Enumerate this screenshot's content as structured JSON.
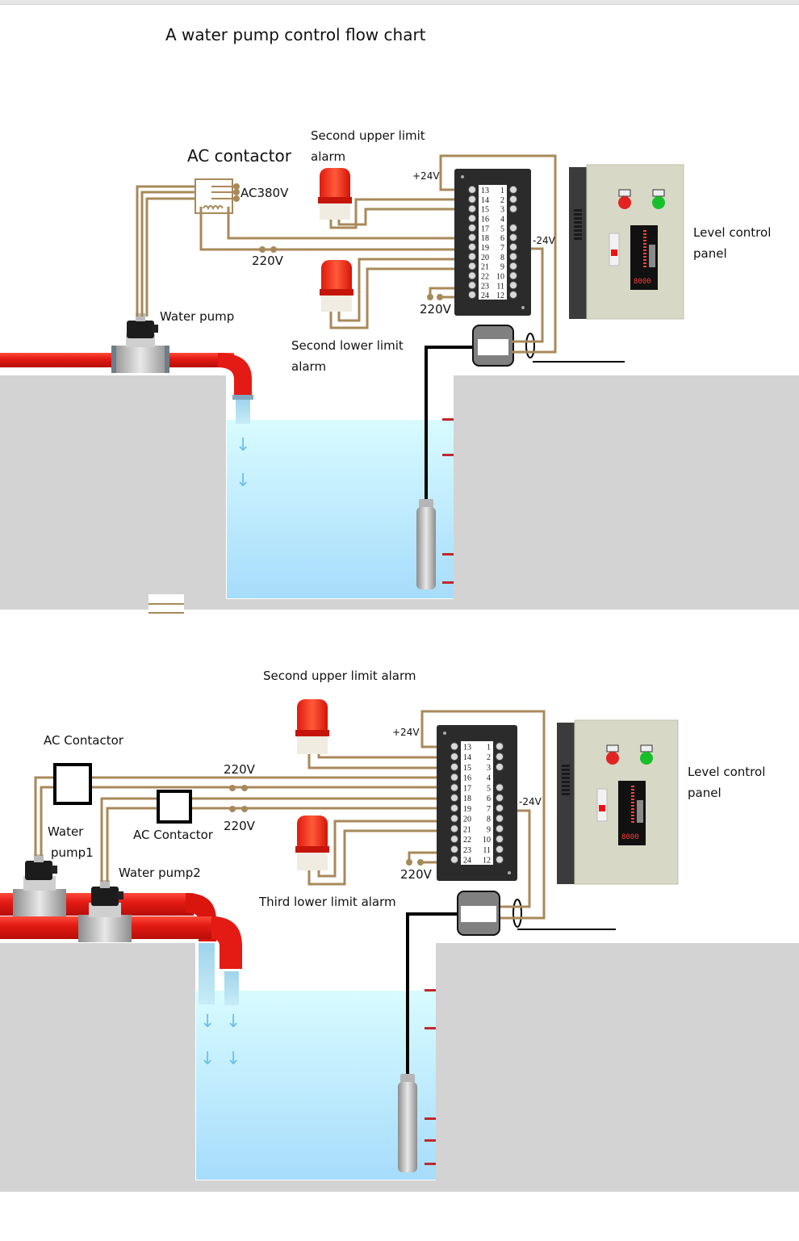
{
  "title": "A water pump control flow chart",
  "colors": {
    "wire": "#a8895a",
    "pipe_red": "#e31b14",
    "pipe_red_dark": "#b30d08",
    "water": "#bfeefd",
    "wall": "#d3d3d3",
    "level_mark": "#c0272d",
    "alarm_red": "#ee2a1a",
    "controller_body": "#2b2b2b",
    "panel_body": "#d7d8c5",
    "button_red": "#e32222",
    "button_green": "#17c02a"
  },
  "diagram1": {
    "ac_contactor_label": "AC contactor",
    "ac380v_label": "AC380V",
    "power_220v_label_left": "220V",
    "power_220v_label_right": "220V",
    "upper_alarm_label_line1": "Second upper limit",
    "upper_alarm_label_line2": "alarm",
    "lower_alarm_label_line1": "Second lower limit",
    "lower_alarm_label_line2": "alarm",
    "plus24v_label": "+24V",
    "minus24v_label": "-24V",
    "water_pump_label": "Water pump",
    "panel_label_line1": "Level control",
    "panel_label_line2": "panel",
    "display_value": "8000"
  },
  "diagram2": {
    "upper_alarm_label": "Second upper limit alarm",
    "lower_alarm_label": "Third lower limit alarm",
    "ac_contactor1_label": "AC Contactor",
    "ac_contactor2_label": "AC Contactor",
    "power_220v_label_top": "220V",
    "power_220v_label_mid": "220V",
    "power_220v_label_right": "220V",
    "plus24v_label": "+24V",
    "minus24v_label": "-24V",
    "water_pump1_label_line1": "Water",
    "water_pump1_label_line2": "pump1",
    "water_pump2_label": "Water pump2",
    "panel_label_line1": "Level control",
    "panel_label_line2": "panel",
    "display_value": "8000"
  },
  "terminal_block": {
    "left_numbers": [
      "13",
      "14",
      "15",
      "16",
      "17",
      "18",
      "19",
      "20",
      "21",
      "22",
      "23",
      "24"
    ],
    "right_numbers": [
      "1",
      "2",
      "3",
      "4",
      "5",
      "6",
      "7",
      "8",
      "9",
      "10",
      "11",
      "12"
    ]
  }
}
